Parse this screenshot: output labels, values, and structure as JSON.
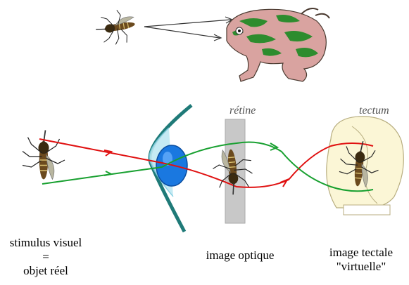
{
  "labels": {
    "retine": "rétine",
    "tectum": "tectum",
    "stimulus_line1": "stimulus visuel",
    "stimulus_line2": "=",
    "stimulus_line3": "objet réel",
    "image_optique": "image optique",
    "tectale_line1": "image tectale",
    "tectale_line2": "\"virtuelle\""
  },
  "colors": {
    "ray_red": "#e01010",
    "ray_green": "#18a030",
    "lens_blue": "#1a78e0",
    "cornea_teal": "#1f7a78",
    "frog_pink": "#d9a3a0",
    "frog_green": "#2e8c2e",
    "tectum_fill": "#fbf6d6",
    "retina_grey": "#c8c8c8"
  },
  "icons": [
    "mosquito-icon",
    "frog-icon",
    "eye-lens-icon",
    "retina-icon",
    "tectum-icon"
  ]
}
